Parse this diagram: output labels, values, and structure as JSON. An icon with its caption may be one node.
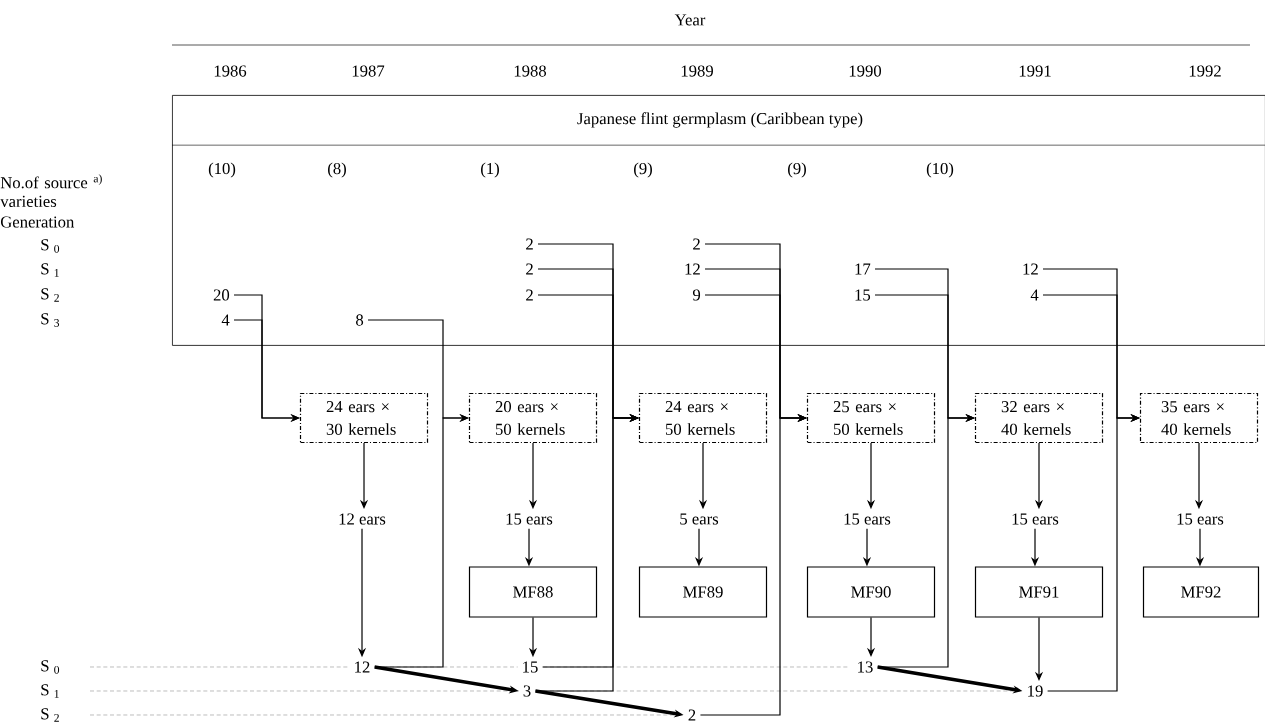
{
  "diagram": {
    "nodes": [
      {
        "text": [
          "Japanese flint germplasm (Caribbean type)"
        ]
      },
      {
        "text": [
          "20"
        ],
        "in": 0
      },
      {
        "text": [
          "4"
        ],
        "in": 0
      },
      {
        "text": [
          "8"
        ],
        "in": 0
      },
      {
        "text": [
          "2"
        ],
        "in": 0
      },
      {
        "text": [
          "2"
        ],
        "in": 0
      },
      {
        "text": [
          "2"
        ],
        "in": 0
      },
      {
        "text": [
          "2"
        ],
        "in": 0
      },
      {
        "text": [
          "12"
        ],
        "in": 0
      },
      {
        "text": [
          "9"
        ],
        "in": 0
      },
      {
        "text": [
          "17"
        ],
        "in": 0
      },
      {
        "text": [
          "15"
        ],
        "in": 0
      },
      {
        "text": [
          "12"
        ],
        "in": 0
      },
      {
        "text": [
          "4"
        ],
        "in": 0
      },
      {
        "text": [
          "24 ears × 30 kernels"
        ]
      },
      {
        "text": [
          "20 ears × 50 kernels"
        ]
      },
      {
        "text": [
          "24 ears × 50 kernels"
        ]
      },
      {
        "text": [
          "25 ears × 50 kernels"
        ]
      },
      {
        "text": [
          "32 ears × 40 kernels"
        ]
      },
      {
        "text": [
          "35 ears × 40 kernels"
        ]
      },
      {
        "text": [
          "12 ears"
        ]
      },
      {
        "text": [
          "15 ears"
        ]
      },
      {
        "text": [
          "5 ears"
        ]
      },
      {
        "text": [
          "15 ears"
        ]
      },
      {
        "text": [
          "15 ears"
        ]
      },
      {
        "text": [
          "15 ears"
        ]
      },
      {
        "text": [
          "MF88"
        ]
      },
      {
        "text": [
          "MF89"
        ]
      },
      {
        "text": [
          "MF90"
        ]
      },
      {
        "text": [
          "MF91"
        ]
      },
      {
        "text": [
          "MF92"
        ]
      },
      {
        "text": [
          "12"
        ]
      },
      {
        "text": [
          "15"
        ]
      },
      {
        "text": [
          "3"
        ]
      },
      {
        "text": [
          "2"
        ]
      },
      {
        "text": [
          "13"
        ]
      },
      {
        "text": [
          "19"
        ]
      }
    ],
    "edges": [
      {
        "from": 1,
        "to": 14,
        "arrow": "to"
      },
      {
        "from": 2,
        "to": 14,
        "arrow": "to"
      },
      {
        "from": 3,
        "to": 15,
        "arrow": "to"
      },
      {
        "from": 31,
        "to": 15,
        "arrow": "to"
      },
      {
        "from": 4,
        "to": 16,
        "arrow": "to"
      },
      {
        "from": 5,
        "to": 16,
        "arrow": "to"
      },
      {
        "from": 6,
        "to": 16,
        "arrow": "to"
      },
      {
        "from": 32,
        "to": 16,
        "arrow": "to"
      },
      {
        "from": 33,
        "to": 16,
        "arrow": "to"
      },
      {
        "from": 7,
        "to": 17,
        "arrow": "to"
      },
      {
        "from": 8,
        "to": 17,
        "arrow": "to"
      },
      {
        "from": 9,
        "to": 17,
        "arrow": "to"
      },
      {
        "from": 34,
        "to": 17,
        "arrow": "to"
      },
      {
        "from": 10,
        "to": 18,
        "arrow": "to"
      },
      {
        "from": 11,
        "to": 18,
        "arrow": "to"
      },
      {
        "from": 35,
        "to": 18,
        "arrow": "to"
      },
      {
        "from": 12,
        "to": 19,
        "arrow": "to"
      },
      {
        "from": 13,
        "to": 19,
        "arrow": "to"
      },
      {
        "from": 36,
        "to": 19,
        "arrow": "to"
      },
      {
        "from": 14,
        "to": 20,
        "arrow": "to"
      },
      {
        "from": 20,
        "to": 31,
        "arrow": "to"
      },
      {
        "from": 15,
        "to": 21,
        "arrow": "to"
      },
      {
        "from": 21,
        "to": 26,
        "arrow": "to"
      },
      {
        "from": 26,
        "to": 32,
        "arrow": "to"
      },
      {
        "from": 16,
        "to": 22,
        "arrow": "to"
      },
      {
        "from": 22,
        "to": 27,
        "arrow": "to"
      },
      {
        "from": 17,
        "to": 23,
        "arrow": "to"
      },
      {
        "from": 23,
        "to": 28,
        "arrow": "to"
      },
      {
        "from": 28,
        "to": 35,
        "arrow": "to"
      },
      {
        "from": 18,
        "to": 24,
        "arrow": "to"
      },
      {
        "from": 24,
        "to": 29,
        "arrow": "to"
      },
      {
        "from": 29,
        "to": 36,
        "arrow": "to"
      },
      {
        "from": 19,
        "to": 25,
        "arrow": "to"
      },
      {
        "from": 25,
        "to": 30,
        "arrow": "to"
      },
      {
        "from": 31,
        "to": 33,
        "arrow": "to",
        "style": "thick"
      },
      {
        "from": 33,
        "to": 34,
        "arrow": "to",
        "style": "thick"
      },
      {
        "from": 35,
        "to": 36,
        "arrow": "to",
        "style": "thick"
      }
    ],
    "labels": [
      "Year",
      "1986",
      "1987",
      "1988",
      "1989",
      "1990",
      "1991",
      "1992",
      "No.of source $^{a)}$ varieties",
      "(10)",
      "(8)",
      "(1)",
      "(9)",
      "(9)",
      "(10)",
      "Generation",
      "S $_{0}$",
      "S $_{1}$",
      "S $_{2}$",
      "S $_{3}$",
      "S $_{0}$",
      "S $_{1}$",
      "S $_{2}$"
    ]
  }
}
